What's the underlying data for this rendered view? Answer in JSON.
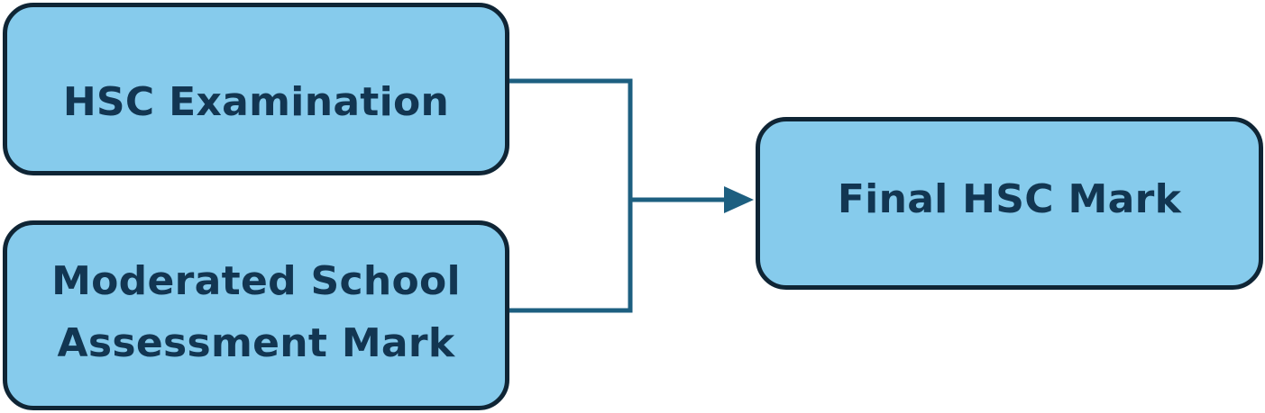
{
  "diagram": {
    "colors": {
      "box_fill": "#86cbec",
      "box_border": "#0f2535",
      "text": "#123652",
      "connector": "#1d5f80"
    },
    "nodes": {
      "exam": {
        "label": "HSC Examination"
      },
      "school": {
        "label_line1": "Moderated School",
        "label_line2": "Assessment Mark"
      },
      "final": {
        "label": "Final HSC Mark"
      }
    },
    "edges": [
      {
        "from": "HSC Examination",
        "to": "Final HSC Mark"
      },
      {
        "from": "Moderated School Assessment Mark",
        "to": "Final HSC Mark"
      }
    ]
  }
}
